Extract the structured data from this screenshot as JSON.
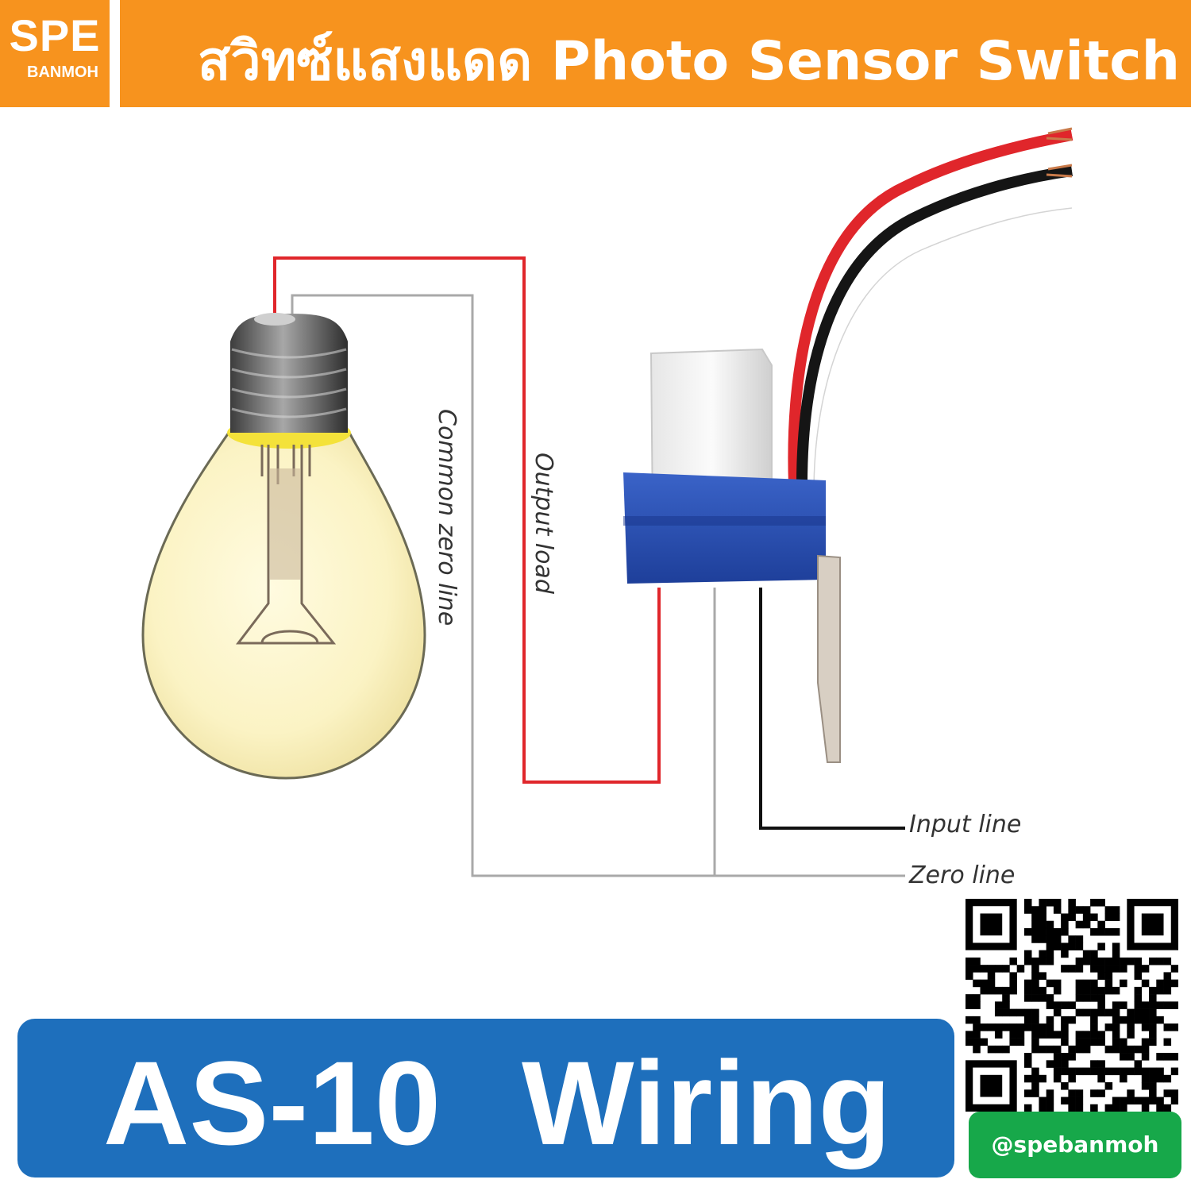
{
  "brand": {
    "main": "SPE",
    "sub": "BANMOH"
  },
  "header": {
    "title": "สวิทซ์แสงแดด Photo Sensor Switch"
  },
  "diagram": {
    "labels": {
      "common_zero_line": "Common zero line",
      "output_load": "Output load",
      "input_line": "Input line",
      "zero_line": "Zero line"
    },
    "wire_colors": {
      "output": "#e0262b",
      "common": "#a9a9a9",
      "input": "#111111",
      "zero": "#a9a9a9"
    }
  },
  "footer": {
    "model": "AS-10",
    "title": "Wiring",
    "handle": "@spebanmoh"
  },
  "icons": {
    "qr": "qr-code-icon",
    "bulb": "light-bulb-icon",
    "sensor": "photo-sensor-icon"
  }
}
